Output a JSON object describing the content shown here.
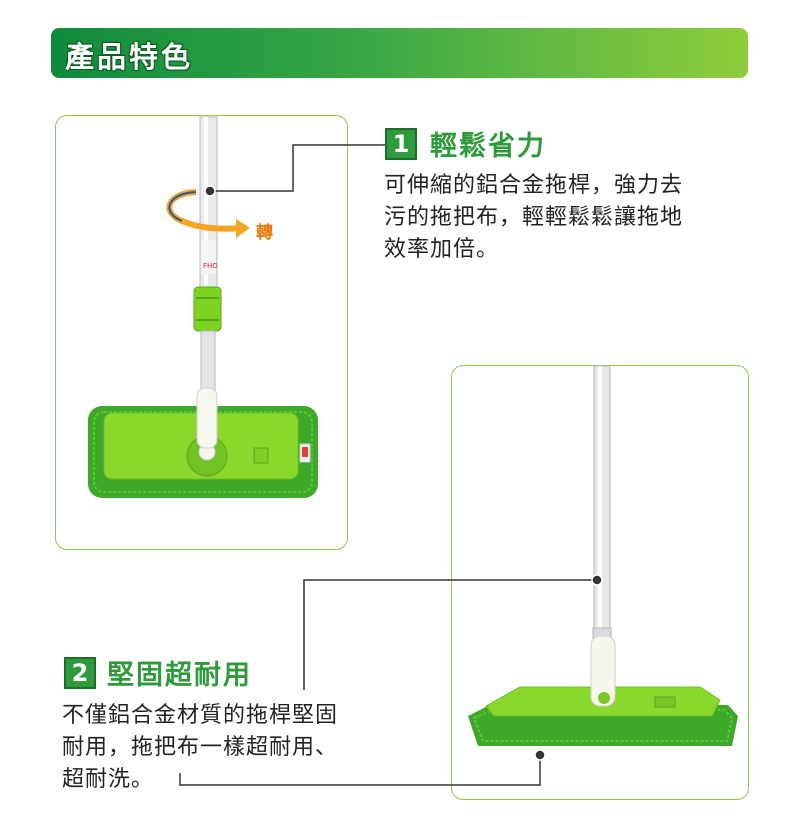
{
  "header": {
    "title": "產品特色"
  },
  "features": [
    {
      "number": "1",
      "title": "輕鬆省力",
      "desc_lines": [
        "可伸縮的鋁合金拖桿，強力去",
        "污的拖把布，輕輕鬆鬆讓拖地",
        "效率加倍。"
      ]
    },
    {
      "number": "2",
      "title": "堅固超耐用",
      "desc_lines": [
        "不僅鋁合金材質的拖桿堅固",
        "耐用，拖把布一樣超耐用、",
        "超耐洗。"
      ]
    }
  ],
  "photo1": {
    "rotate_label": "轉"
  },
  "colors": {
    "brand_green": "#2f9a3c",
    "mop_green": "#7dd322",
    "accent_orange": "#e77b12"
  }
}
